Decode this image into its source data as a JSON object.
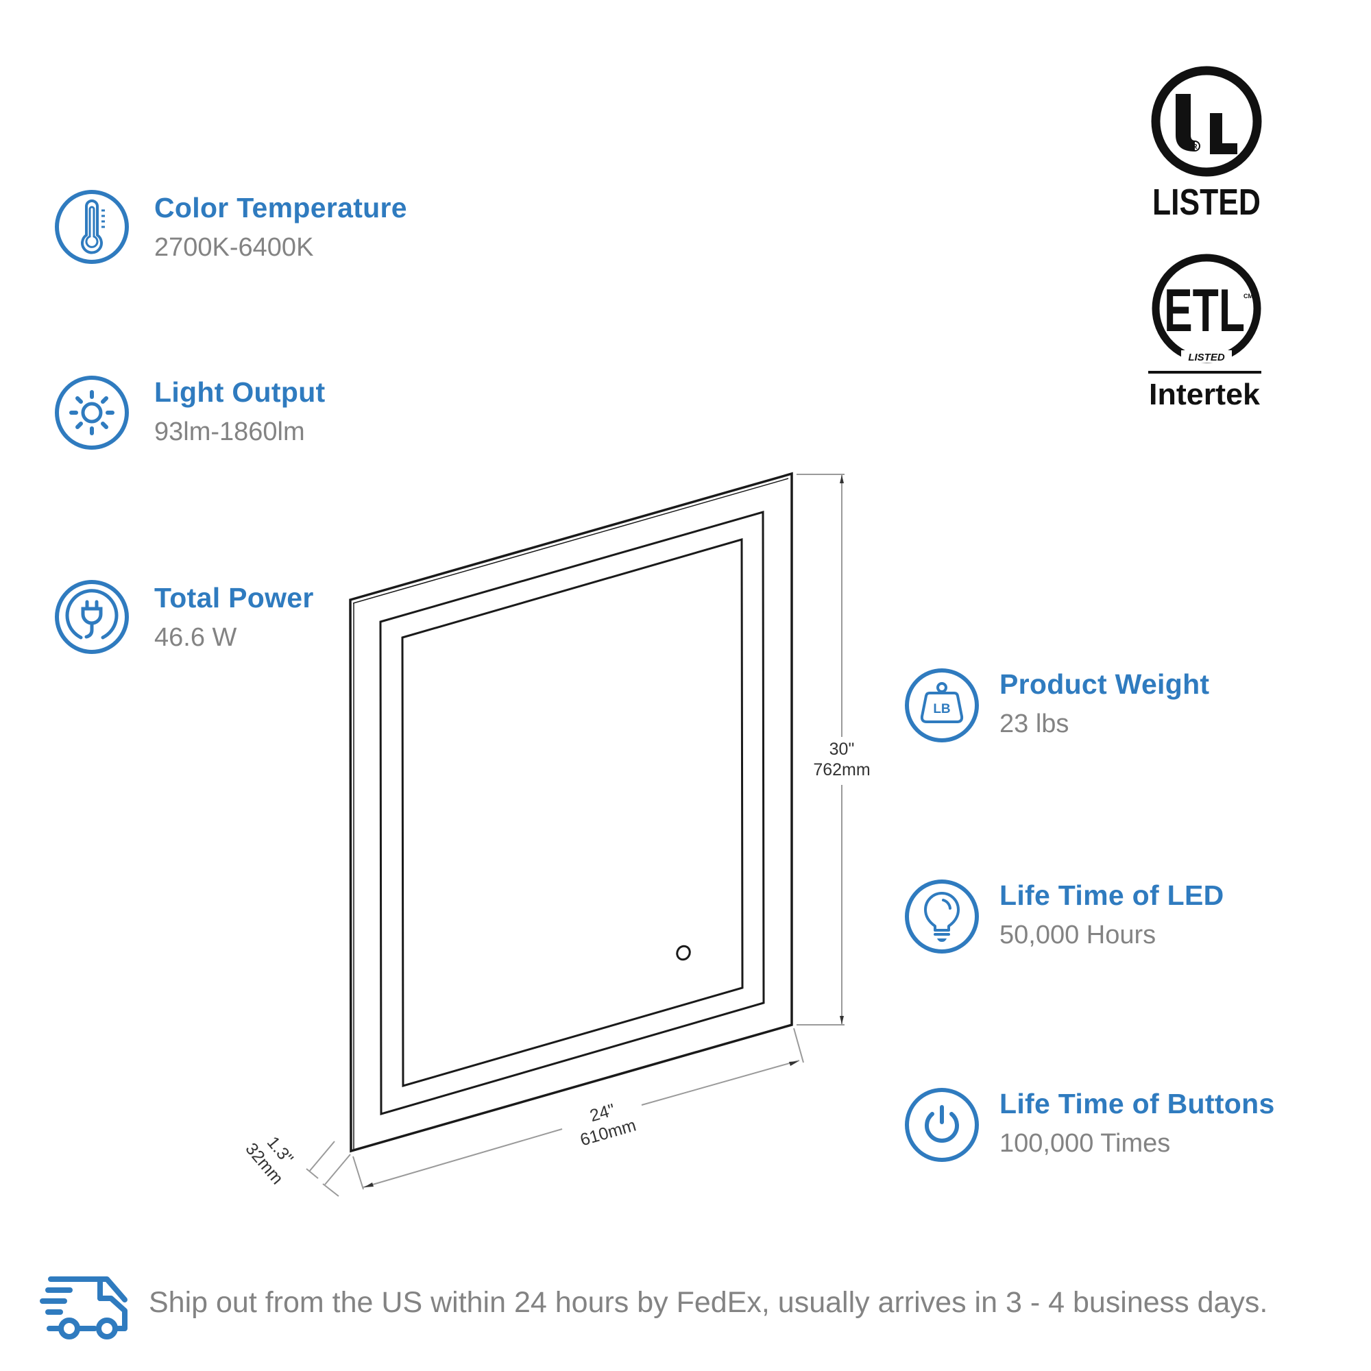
{
  "colors": {
    "accent": "#2f7bbf",
    "value_text": "#838383",
    "line": "#1a1a1a",
    "dim_line": "#9a9a9a"
  },
  "specs_left": [
    {
      "icon": "thermometer-icon",
      "title": "Color Temperature",
      "value": "2700K-6400K"
    },
    {
      "icon": "sun-icon",
      "title": "Light Output",
      "value": "93lm-1860lm"
    },
    {
      "icon": "plug-icon",
      "title": "Total Power",
      "value": "46.6 W"
    }
  ],
  "specs_right": [
    {
      "icon": "weight-icon",
      "title": "Product Weight",
      "value": "23 lbs",
      "icon_label": "LB"
    },
    {
      "icon": "lightbulb-icon",
      "title": "Life Time of LED",
      "value": "50,000 Hours"
    },
    {
      "icon": "power-icon",
      "title": "Life Time of Buttons",
      "value": "100,000 Times"
    }
  ],
  "certifications": {
    "ul": {
      "mark": "UL",
      "registered": "R",
      "label": "LISTED"
    },
    "etl": {
      "mark": "ETL",
      "small_mark": "CM",
      "ring_label": "LISTED",
      "company": "Intertek"
    }
  },
  "dimensions": {
    "height": {
      "imperial": "30\"",
      "metric": "762mm"
    },
    "width": {
      "imperial": "24\"",
      "metric": "610mm"
    },
    "depth": {
      "imperial": "1.3\"",
      "metric": "32mm"
    }
  },
  "footer": {
    "icon": "delivery-truck-icon",
    "text": "Ship out from the US within 24 hours by FedEx, usually arrives in 3 - 4 business days."
  }
}
